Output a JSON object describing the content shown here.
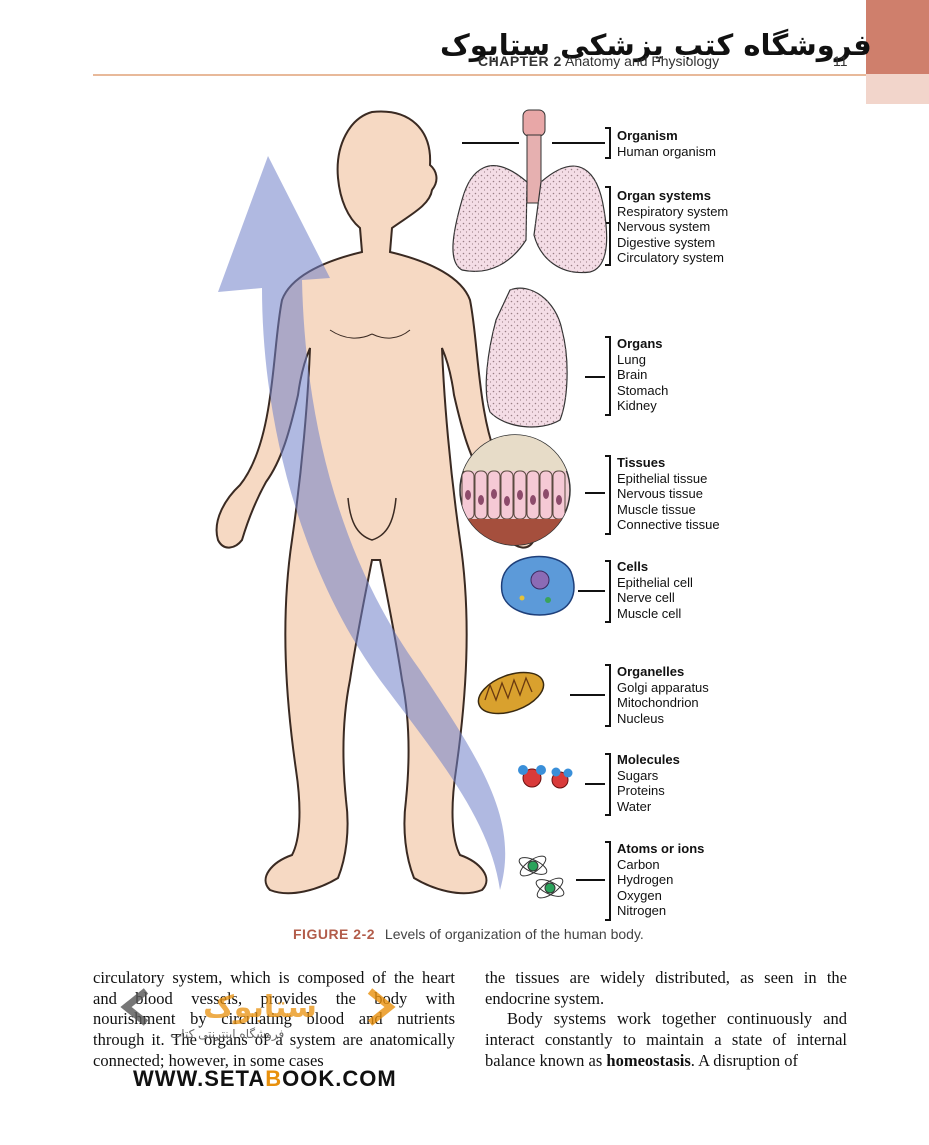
{
  "header": {
    "store_title": "فروشگاه کتب پزشکی ستابوک",
    "chapter_label": "CHAPTER 2",
    "chapter_title": "Anatomy and Physiology",
    "page_number": "11"
  },
  "figure": {
    "levels": [
      {
        "title": "Organism",
        "items": [
          "Human organism"
        ]
      },
      {
        "title": "Organ systems",
        "items": [
          "Respiratory system",
          "Nervous system",
          "Digestive system",
          "Circulatory system"
        ]
      },
      {
        "title": "Organs",
        "items": [
          "Lung",
          "Brain",
          "Stomach",
          "Kidney"
        ]
      },
      {
        "title": "Tissues",
        "items": [
          "Epithelial tissue",
          "Nervous tissue",
          "Muscle tissue",
          "Connective tissue"
        ]
      },
      {
        "title": "Cells",
        "items": [
          "Epithelial cell",
          "Nerve cell",
          "Muscle cell"
        ]
      },
      {
        "title": "Organelles",
        "items": [
          "Golgi apparatus",
          "Mitochondrion",
          "Nucleus"
        ]
      },
      {
        "title": "Molecules",
        "items": [
          "Sugars",
          "Proteins",
          "Water"
        ]
      },
      {
        "title": "Atoms or ions",
        "items": [
          "Carbon",
          "Hydrogen",
          "Oxygen",
          "Nitrogen"
        ]
      }
    ],
    "caption_label": "FIGURE 2-2",
    "caption_text": "Levels of organization of the human body."
  },
  "body": {
    "col1": "circulatory system, which is composed of the heart and blood vessels, provides the body with nourishment by circulating blood and nutrients through it. The organs of a system are anatomically connected; however, in some cases",
    "col2_p1": "the tissues are widely distributed, as seen in the endocrine system.",
    "col2_p2_pre": "Body systems work together continuously and interact constantly to maintain a state of internal balance known as ",
    "col2_p2_term": "homeostasis",
    "col2_p2_post": ". A disruption of"
  },
  "watermark": {
    "logo_text": "ستابوک",
    "subtitle": "فروشگاه اینترنتی کتاب",
    "url_pre": "WWW.SETA",
    "url_accent": "B",
    "url_post": "OOK.COM"
  }
}
